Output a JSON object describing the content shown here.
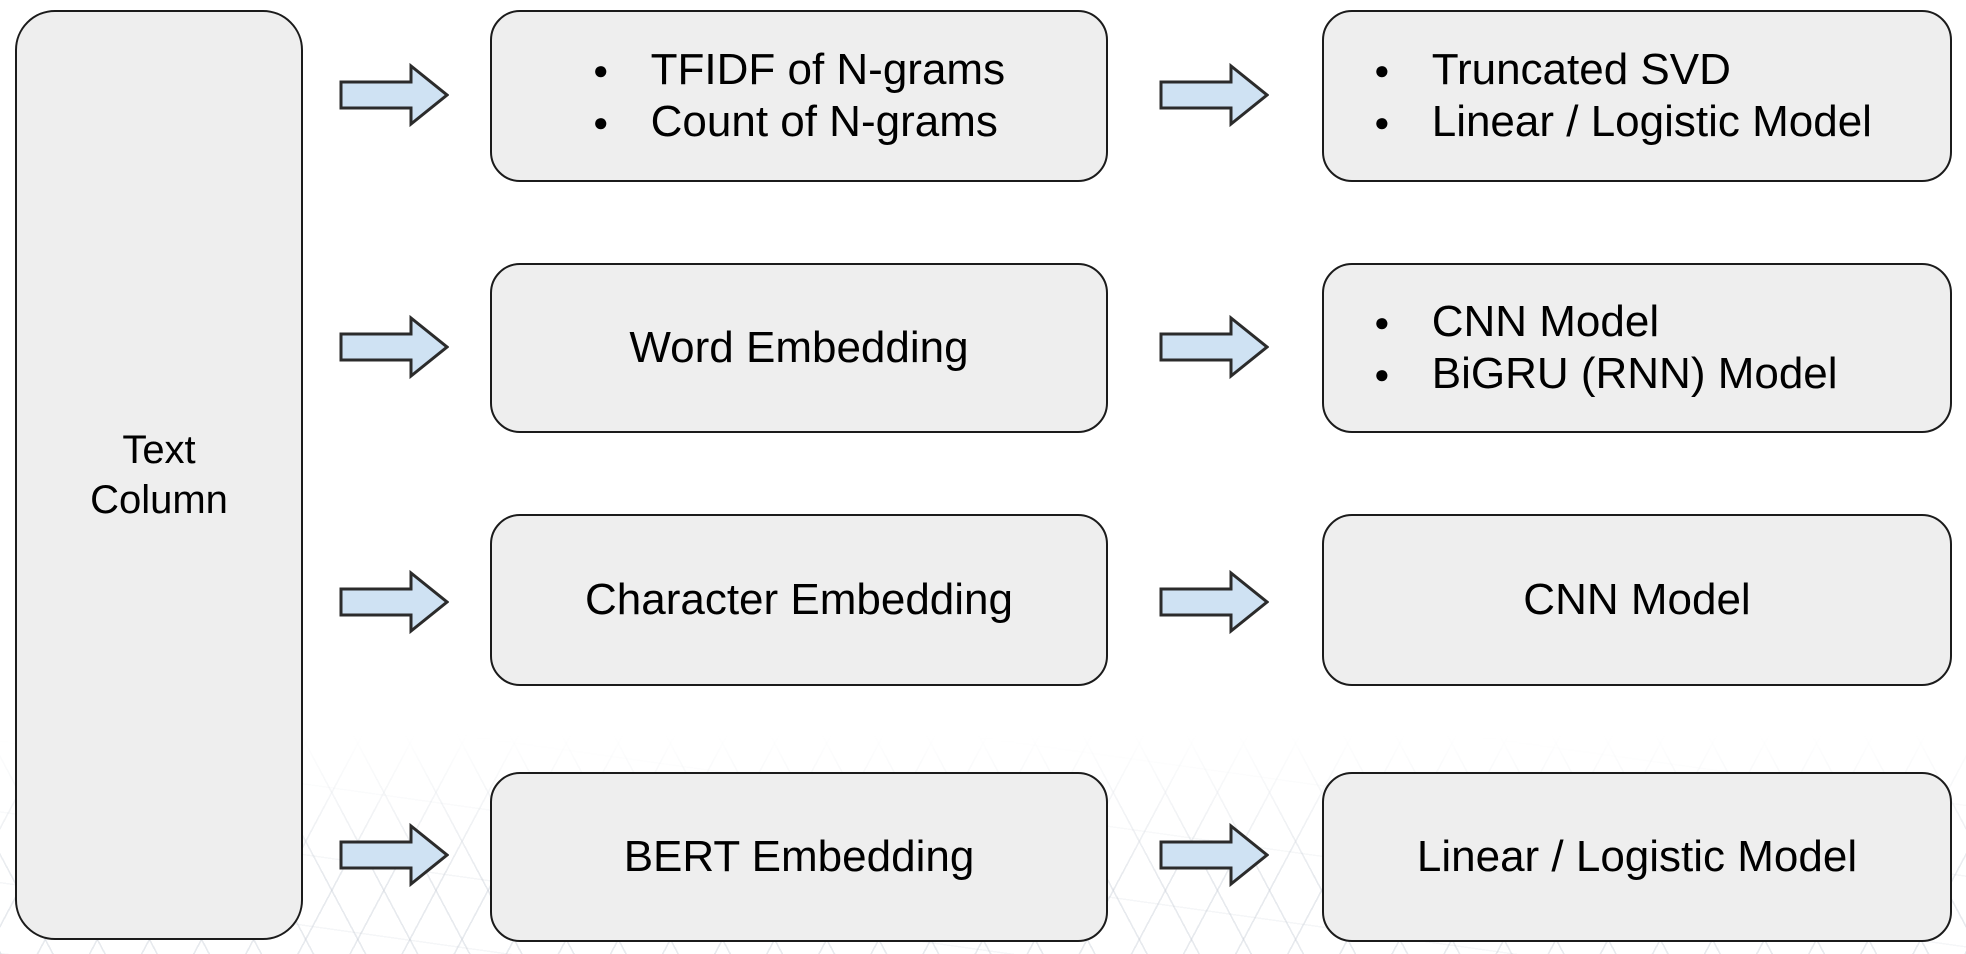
{
  "source": {
    "label": "Text Column"
  },
  "rows": [
    {
      "features": {
        "items": [
          "TFIDF of N-grams",
          "Count of N-grams"
        ]
      },
      "models": {
        "items": [
          "Truncated SVD",
          "Linear / Logistic Model"
        ]
      }
    },
    {
      "features": {
        "label": "Word Embedding"
      },
      "models": {
        "items": [
          "CNN Model",
          "BiGRU (RNN) Model"
        ]
      }
    },
    {
      "features": {
        "label": "Character Embedding"
      },
      "models": {
        "label": "CNN Model"
      }
    },
    {
      "features": {
        "label": "BERT Embedding"
      },
      "models": {
        "label": "Linear / Logistic Model"
      }
    }
  ],
  "icons": {
    "arrow": "right-block-arrow",
    "bullet": "●"
  },
  "colors": {
    "background": "#ffffff",
    "box_fill": "#eeeeee",
    "box_border": "#1b1b1b",
    "arrow_fill": "#cfe2f3",
    "arrow_stroke": "#2b2b2b",
    "text": "#000000"
  }
}
